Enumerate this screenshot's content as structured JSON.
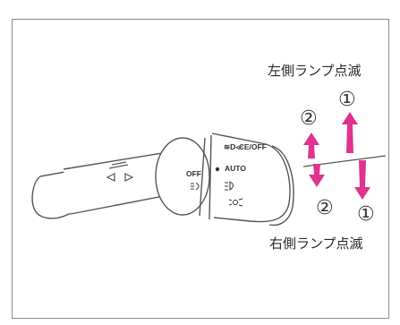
{
  "labels": {
    "left_lamp": "左側ランプ点滅",
    "right_lamp": "右側ランプ点滅"
  },
  "markers": {
    "one_up": "①",
    "two_up": "②",
    "two_down": "②",
    "one_down": "①"
  },
  "switch": {
    "fog_off": "≋D◃ƐE/OFF",
    "off": "OFF",
    "auto": "AUTO"
  },
  "colors": {
    "arrow": "#e0328e",
    "outline": "#555555",
    "frame": "#8c8c8c"
  },
  "icons": {
    "turn": "turn-signal-arrows-icon",
    "fog": "fog-lamp-icon",
    "headlamp": "headlamp-icon",
    "beam": "beam-icon",
    "marker_dot": "switch-marker-dot-icon"
  }
}
